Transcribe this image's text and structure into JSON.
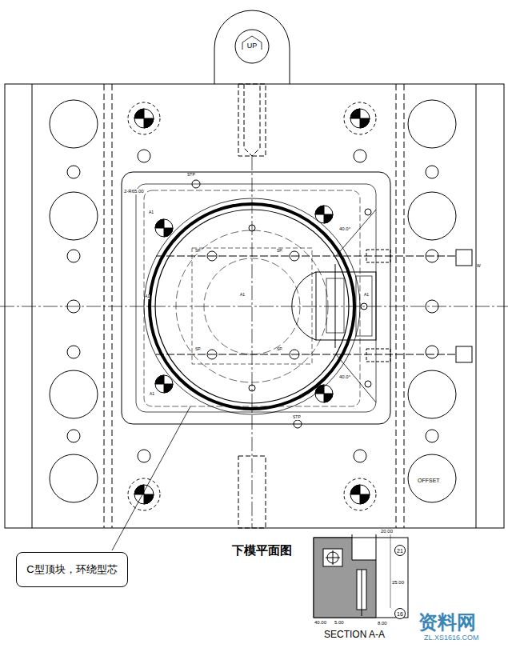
{
  "diagram": {
    "nodes": [
      {
        "text": [
          "UP"
        ]
      },
      {
        "text": [
          "C型顶块，环绕型芯"
        ]
      },
      {
        "text": [
          "21"
        ]
      },
      {
        "text": [
          "16"
        ]
      }
    ],
    "labels": [
      "下模平面图",
      "SECTION A-A",
      "20.00",
      "25.00",
      "8.00",
      "5.00",
      "40.00",
      "2-R65.00",
      "40.0°",
      "40.0°",
      "OFFSET",
      "STP",
      "STP",
      "SP.",
      "SP.",
      "SP.",
      "SP.",
      "A1",
      "A1",
      "A1",
      "A1",
      "A1",
      "W",
      "资料网",
      "ZL.XS1616.COM"
    ]
  }
}
